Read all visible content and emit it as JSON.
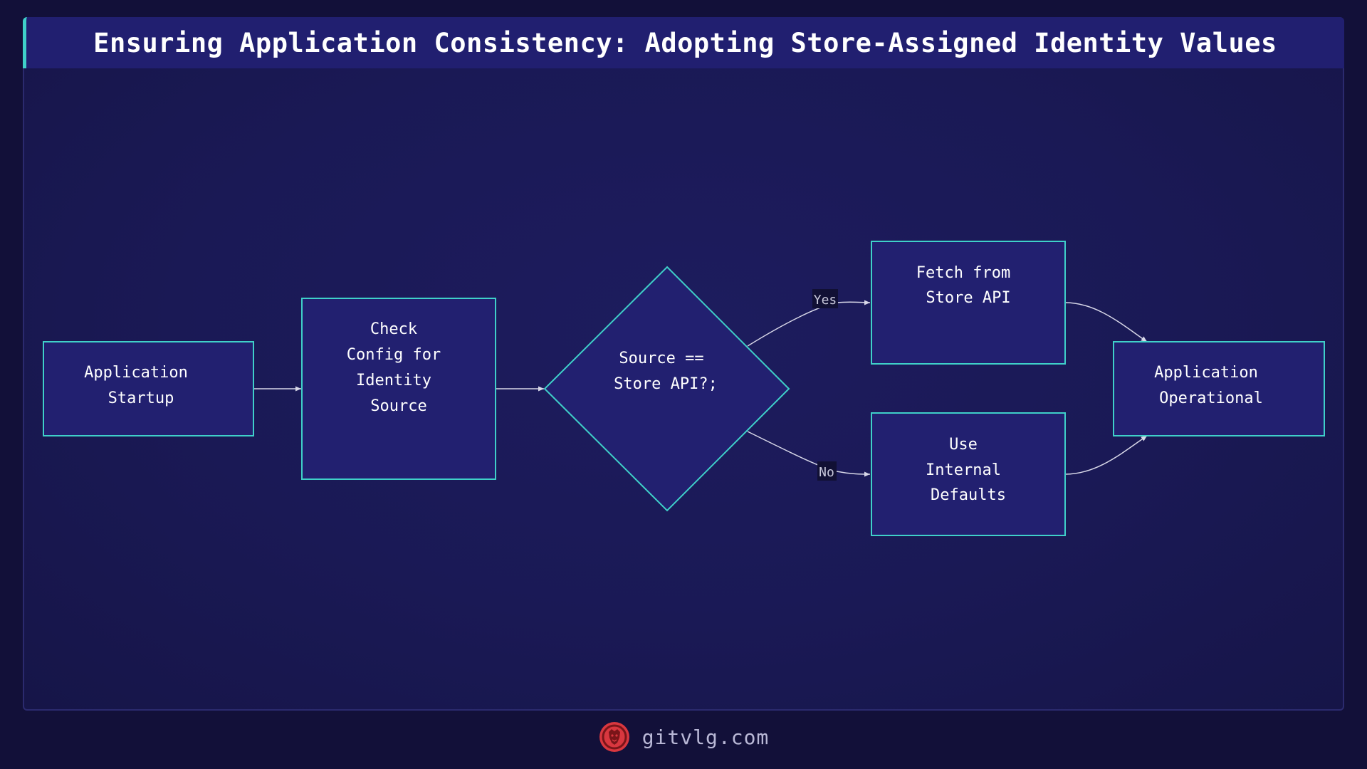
{
  "title": "Ensuring Application Consistency: Adopting Store-Assigned Identity Values",
  "nodes": {
    "startup": {
      "lines": [
        "Application",
        "Startup"
      ]
    },
    "check": {
      "lines": [
        "Check",
        "Config for",
        "Identity",
        "Source"
      ]
    },
    "decision": {
      "lines": [
        "Source ==",
        "Store API?;"
      ]
    },
    "fetch": {
      "lines": [
        "Fetch from",
        "Store API"
      ]
    },
    "defaults": {
      "lines": [
        "Use",
        "Internal",
        "Defaults"
      ]
    },
    "operational": {
      "lines": [
        "Application",
        "Operational"
      ]
    }
  },
  "edges": {
    "yes_label": "Yes",
    "no_label": "No"
  },
  "colors": {
    "node_fill": "#222070",
    "node_stroke": "#3fd0c9",
    "edge": "#d8d8e8",
    "accent": "#3fd0c9",
    "logo": "#d9373f"
  },
  "footer": {
    "logo_icon": "lion-logo-icon",
    "text": "gitvlg.com"
  }
}
